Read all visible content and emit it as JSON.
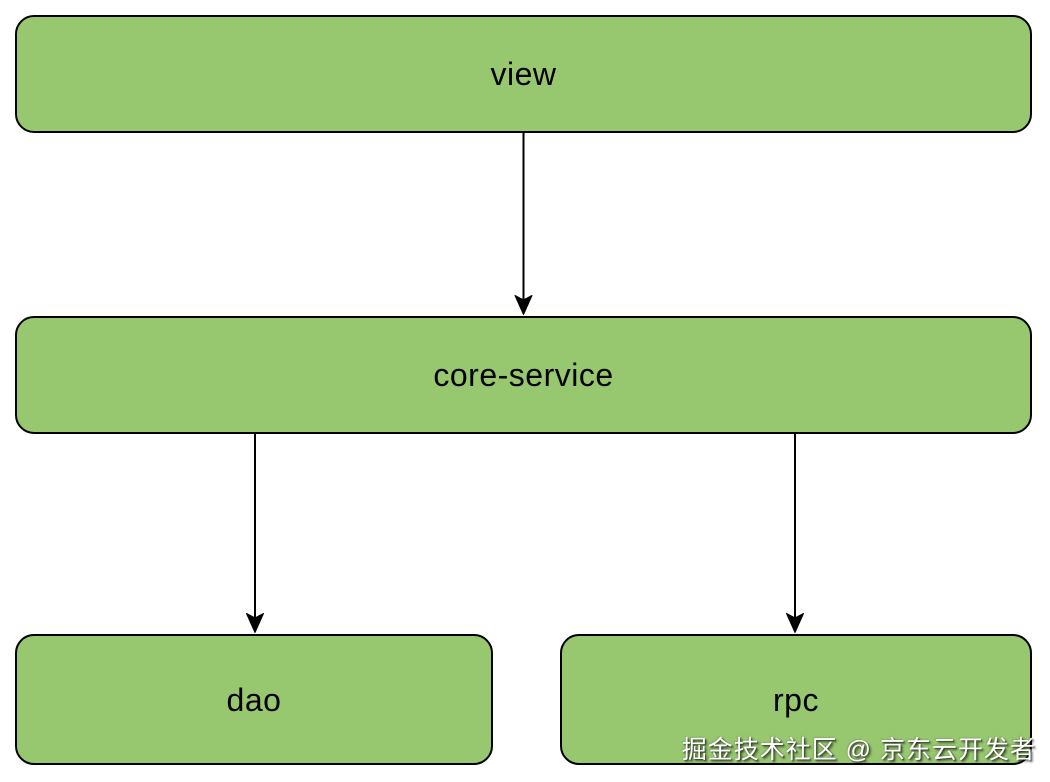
{
  "diagram": {
    "nodes": [
      {
        "id": "view",
        "label": "view"
      },
      {
        "id": "core-service",
        "label": "core-service"
      },
      {
        "id": "dao",
        "label": "dao"
      },
      {
        "id": "rpc",
        "label": "rpc"
      }
    ],
    "edges": [
      {
        "from": "view",
        "to": "core-service"
      },
      {
        "from": "core-service",
        "to": "dao"
      },
      {
        "from": "core-service",
        "to": "rpc"
      }
    ],
    "colors": {
      "node_fill": "#97C76F",
      "node_border": "#000000",
      "label_text": "#000000",
      "edge": "#000000",
      "background": "#FFFFFF"
    }
  },
  "watermark": {
    "text": "掘金技术社区 @ 京东云开发者",
    "color": "#FFFFFF"
  }
}
